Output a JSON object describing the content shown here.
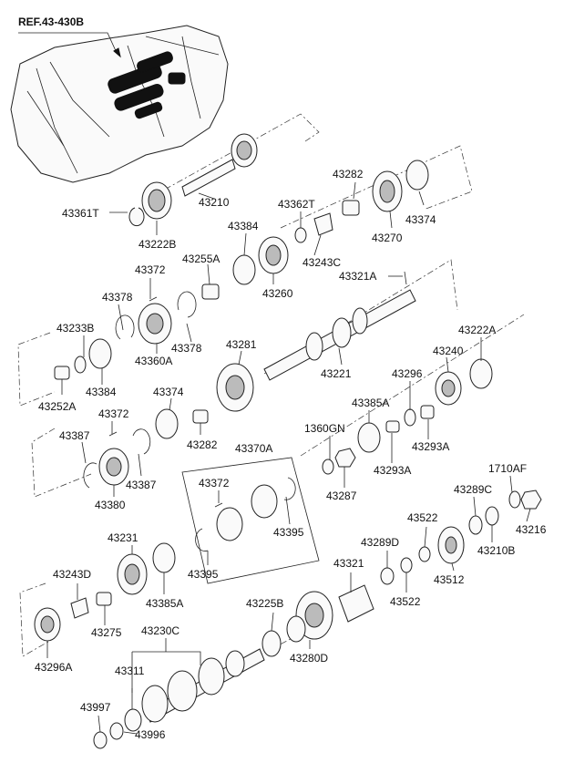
{
  "reference": "REF.43-430B",
  "labels": {
    "p43210": "43210",
    "p43361T": "43361T",
    "p43222B": "43222B",
    "p43362T": "43362T",
    "p43282a": "43282",
    "p43374a": "43374",
    "p43270": "43270",
    "p43384a": "43384",
    "p43243C": "43243C",
    "p43255A": "43255A",
    "p43260": "43260",
    "p43372a": "43372",
    "p43321A": "43321A",
    "p43378a": "43378",
    "p43378b": "43378",
    "p43233B": "43233B",
    "p43360A": "43360A",
    "p43384b": "43384",
    "p43252A": "43252A",
    "p43281": "43281",
    "p43221": "43221",
    "p43222A": "43222A",
    "p43240": "43240",
    "p43296": "43296",
    "p43374b": "43374",
    "p43372b": "43372",
    "p43385Aa": "43385A",
    "p43282b": "43282",
    "p43293Aa": "43293A",
    "p43293Ab": "43293A",
    "p1360GN": "1360GN",
    "p43287": "43287",
    "p43387a": "43387",
    "p43387b": "43387",
    "p43380": "43380",
    "p43370A": "43370A",
    "p1710AF": "1710AF",
    "p43372c": "43372",
    "p43289C": "43289C",
    "p43395a": "43395",
    "p43395b": "43395",
    "p43216": "43216",
    "p43210B": "43210B",
    "p43522a": "43522",
    "p43231": "43231",
    "p43289D": "43289D",
    "p43512": "43512",
    "p43243D": "43243D",
    "p43321": "43321",
    "p43522b": "43522",
    "p43385Ab": "43385A",
    "p43225B": "43225B",
    "p43275": "43275",
    "p43296A": "43296A",
    "p43230C": "43230C",
    "p43280D": "43280D",
    "p43311": "43311",
    "p43997": "43997",
    "p43996": "43996"
  }
}
